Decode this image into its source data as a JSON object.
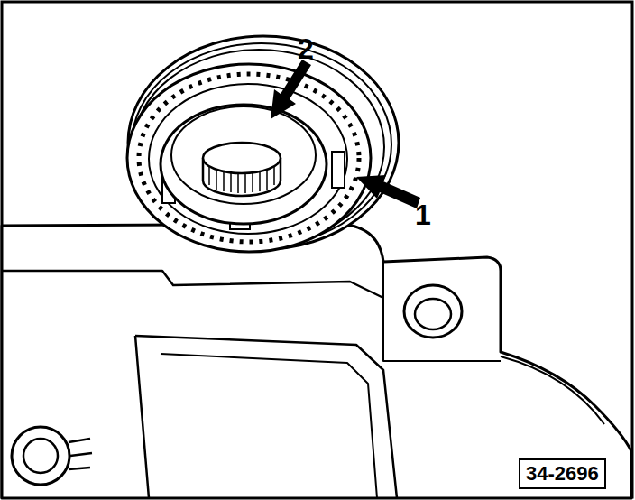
{
  "diagram": {
    "nodes": [
      {
        "text": [
          "34-2696"
        ]
      }
    ],
    "labels": [
      "2",
      "1"
    ]
  }
}
